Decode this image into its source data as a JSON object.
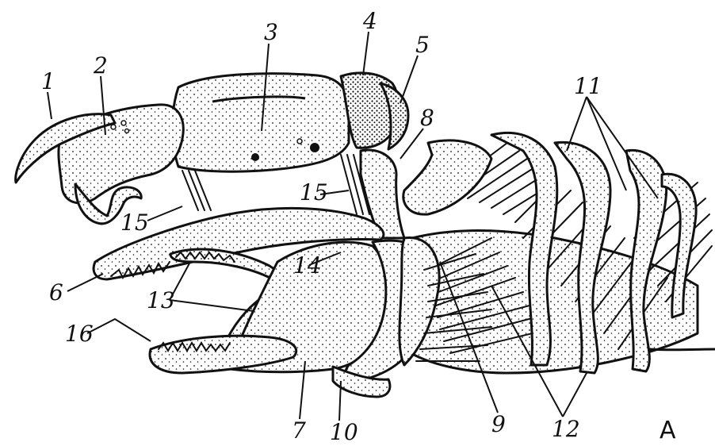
{
  "figure": {
    "panel_letter": "A",
    "labels": {
      "l1": "1",
      "l2": "2",
      "l3": "3",
      "l4": "4",
      "l5": "5",
      "l6": "6",
      "l7": "7",
      "l8": "8",
      "l9": "9",
      "l10": "10",
      "l11": "11",
      "l12": "12",
      "l13": "13",
      "l14": "14",
      "l15a": "15",
      "l15b": "15",
      "l16": "16"
    }
  }
}
